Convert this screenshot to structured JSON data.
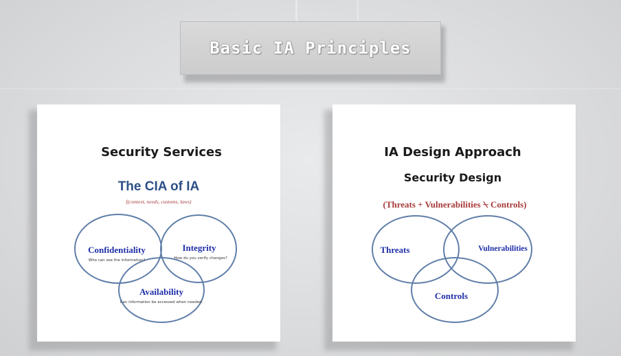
{
  "slide": {
    "title": "Basic IA Principles"
  },
  "left_panel": {
    "heading": "Security Services",
    "subheading": "The CIA of IA",
    "formula": "f(context, needs, customs, laws)",
    "circles": [
      {
        "label": "Confidentiality",
        "caption": "Who can see the information?"
      },
      {
        "label": "Integrity",
        "caption": "How do you verify changes?"
      },
      {
        "label": "Availability",
        "caption": "Can information be accessed when needed."
      }
    ]
  },
  "right_panel": {
    "heading": "IA Design Approach",
    "subheading": "Security Design",
    "formula": "(Threats + Vulnerabilities ⍀ Controls)",
    "circles": [
      {
        "label": "Threats"
      },
      {
        "label": "Vulnerabilities"
      },
      {
        "label": "Controls"
      }
    ]
  },
  "colors": {
    "circle_stroke": "#5f7ea8",
    "label_blue": "#1f2fa8",
    "heading_blue": "#2c4f86",
    "formula_red": "#a83a3a"
  }
}
